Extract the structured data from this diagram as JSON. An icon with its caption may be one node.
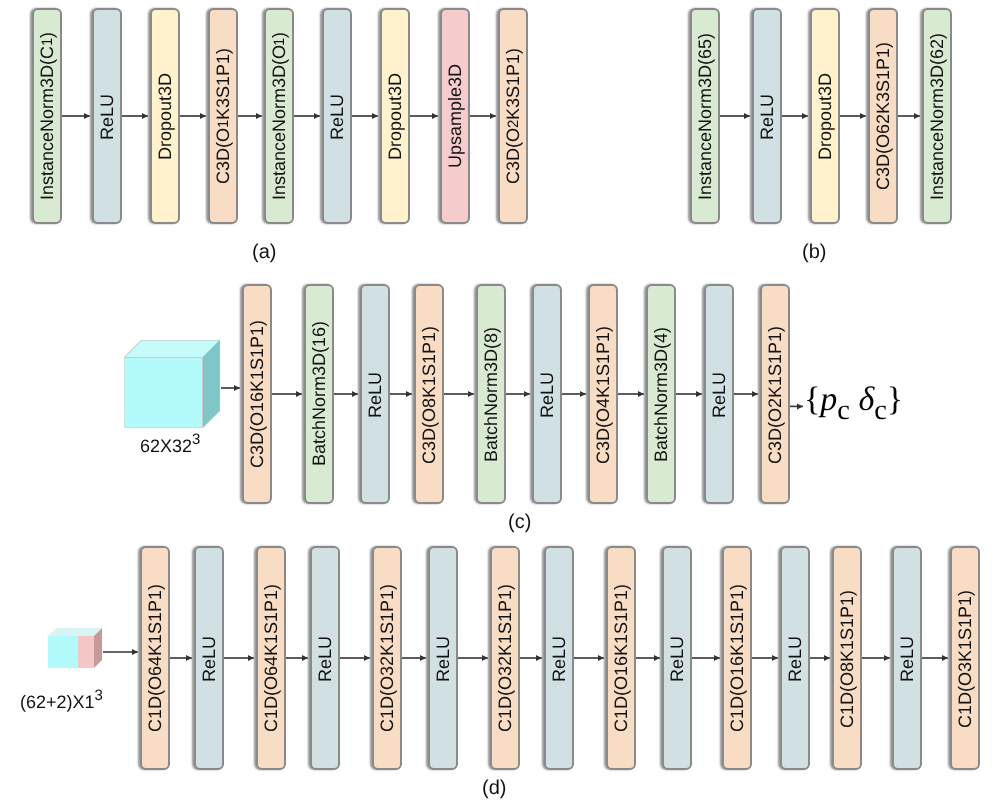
{
  "diagram": {
    "nodes": [
      {
        "text": [
          "InstanceNorm3D(C$_{1}$)"
        ]
      },
      {
        "text": [
          "ReLU"
        ]
      },
      {
        "text": [
          "Dropout3D"
        ]
      },
      {
        "text": [
          "C3D(O$_{1}$K3S1P1)"
        ]
      },
      {
        "text": [
          "InstanceNorm3D(O$_{1}$)"
        ]
      },
      {
        "text": [
          "ReLU"
        ]
      },
      {
        "text": [
          "Dropout3D"
        ]
      },
      {
        "text": [
          "Upsample3D"
        ]
      },
      {
        "text": [
          "C3D(O$_{2}$K3S1P1)"
        ]
      },
      {
        "text": [
          "InstanceNorm3D(65)"
        ]
      },
      {
        "text": [
          "ReLU"
        ]
      },
      {
        "text": [
          "Dropout3D"
        ]
      },
      {
        "text": [
          "C3D(O62K3S1P1)"
        ]
      },
      {
        "text": [
          "InstanceNorm3D(62)"
        ]
      },
      {
        "text": [],
        "shape": "cube",
        "beside": [
          "62X32$^{3}$"
        ]
      },
      {
        "text": [
          "C3D(O16K1S1P1)"
        ]
      },
      {
        "text": [
          "BatchNorm3D(16)"
        ]
      },
      {
        "text": [
          "ReLU"
        ]
      },
      {
        "text": [
          "C3D(O8K1S1P1)"
        ]
      },
      {
        "text": [
          "BatchNorm3D(8)"
        ]
      },
      {
        "text": [
          "ReLU"
        ]
      },
      {
        "text": [
          "C3D(O4K1S1P1)"
        ]
      },
      {
        "text": [
          "BatchNorm3D(4)"
        ]
      },
      {
        "text": [
          "ReLU"
        ]
      },
      {
        "text": [
          "C3D(O2K1S1P1)"
        ]
      },
      {
        "text": [
          "{*p*$_{c}$ *δ*$_{c}$}"
        ]
      },
      {
        "text": [],
        "shape": "cube",
        "beside": [
          "(62+2)X1$^{3}$"
        ]
      },
      {
        "text": [
          "C1D(O64K1S1P1)"
        ]
      },
      {
        "text": [
          "ReLU"
        ]
      },
      {
        "text": [
          "C1D(O64K1S1P1)"
        ]
      },
      {
        "text": [
          "ReLU"
        ]
      },
      {
        "text": [
          "C1D(O32K1S1P1)"
        ]
      },
      {
        "text": [
          "ReLU"
        ]
      },
      {
        "text": [
          "C1D(O32K1S1P1)"
        ]
      },
      {
        "text": [
          "ReLU"
        ]
      },
      {
        "text": [
          "C1D(O16K1S1P1)"
        ]
      },
      {
        "text": [
          "ReLU"
        ]
      },
      {
        "text": [
          "C1D(O16K1S1P1)"
        ]
      },
      {
        "text": [
          "ReLU"
        ]
      },
      {
        "text": [
          "C1D(O8K1S1P1)"
        ]
      },
      {
        "text": [
          "ReLU"
        ]
      },
      {
        "text": [
          "C1D(O3K1S1P1)"
        ]
      }
    ],
    "edges": [
      {
        "from": 0,
        "to": 1,
        "arrow": "to"
      },
      {
        "from": 1,
        "to": 2,
        "arrow": "to"
      },
      {
        "from": 2,
        "to": 3,
        "arrow": "to"
      },
      {
        "from": 3,
        "to": 4,
        "arrow": "to"
      },
      {
        "from": 4,
        "to": 5,
        "arrow": "to"
      },
      {
        "from": 5,
        "to": 6,
        "arrow": "to"
      },
      {
        "from": 6,
        "to": 7,
        "arrow": "to"
      },
      {
        "from": 7,
        "to": 8,
        "arrow": "to"
      },
      {
        "from": 9,
        "to": 10,
        "arrow": "to"
      },
      {
        "from": 10,
        "to": 11,
        "arrow": "to"
      },
      {
        "from": 11,
        "to": 12,
        "arrow": "to"
      },
      {
        "from": 12,
        "to": 13,
        "arrow": "to"
      },
      {
        "from": 14,
        "to": 15,
        "arrow": "to"
      },
      {
        "from": 15,
        "to": 16,
        "arrow": "to"
      },
      {
        "from": 16,
        "to": 17,
        "arrow": "to"
      },
      {
        "from": 17,
        "to": 18,
        "arrow": "to"
      },
      {
        "from": 18,
        "to": 19,
        "arrow": "to"
      },
      {
        "from": 19,
        "to": 20,
        "arrow": "to"
      },
      {
        "from": 20,
        "to": 21,
        "arrow": "to"
      },
      {
        "from": 21,
        "to": 22,
        "arrow": "to"
      },
      {
        "from": 22,
        "to": 23,
        "arrow": "to"
      },
      {
        "from": 23,
        "to": 24,
        "arrow": "to"
      },
      {
        "from": 24,
        "to": 25,
        "arrow": "to"
      },
      {
        "from": 26,
        "to": 27,
        "arrow": "to"
      },
      {
        "from": 27,
        "to": 28,
        "arrow": "to"
      },
      {
        "from": 28,
        "to": 29,
        "arrow": "to"
      },
      {
        "from": 29,
        "to": 30,
        "arrow": "to"
      },
      {
        "from": 30,
        "to": 31,
        "arrow": "to"
      },
      {
        "from": 31,
        "to": 32,
        "arrow": "to"
      },
      {
        "from": 32,
        "to": 33,
        "arrow": "to"
      },
      {
        "from": 33,
        "to": 34,
        "arrow": "to"
      },
      {
        "from": 34,
        "to": 35,
        "arrow": "to"
      },
      {
        "from": 35,
        "to": 36,
        "arrow": "to"
      },
      {
        "from": 36,
        "to": 37,
        "arrow": "to"
      },
      {
        "from": 37,
        "to": 38,
        "arrow": "to"
      },
      {
        "from": 38,
        "to": 39,
        "arrow": "to"
      },
      {
        "from": 39,
        "to": 40,
        "arrow": "to"
      },
      {
        "from": 40,
        "to": 41,
        "arrow": "to"
      }
    ],
    "labels": [
      "(a)",
      "(b)",
      "(c)",
      "(d)"
    ]
  }
}
